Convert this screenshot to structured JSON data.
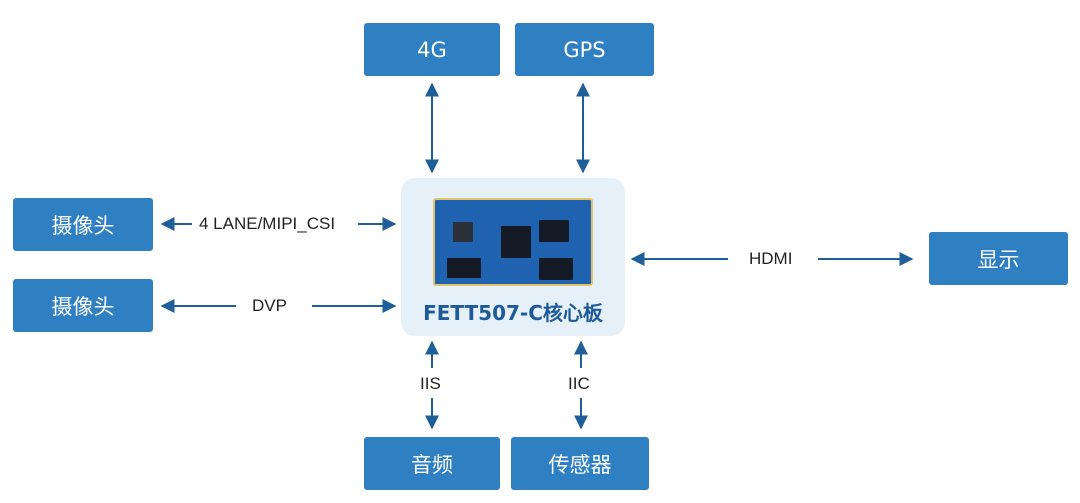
{
  "nodes": {
    "n4g": "4G",
    "gps": "GPS",
    "camera_mipi": "摄像头",
    "camera_dvp": "摄像头",
    "display": "显示",
    "audio": "音频",
    "sensor": "传感器"
  },
  "core": {
    "title": "FETT507-C核心板"
  },
  "links": {
    "mipi": "4 LANE/MIPI_CSI",
    "dvp": "DVP",
    "hdmi": "HDMI",
    "iis": "IIS",
    "iic": "IIC"
  },
  "colors": {
    "node_fill": "#2f7fc3",
    "core_fill": "#e6f0f9",
    "arrow": "#1f5f99",
    "title": "#1e5a9a"
  }
}
